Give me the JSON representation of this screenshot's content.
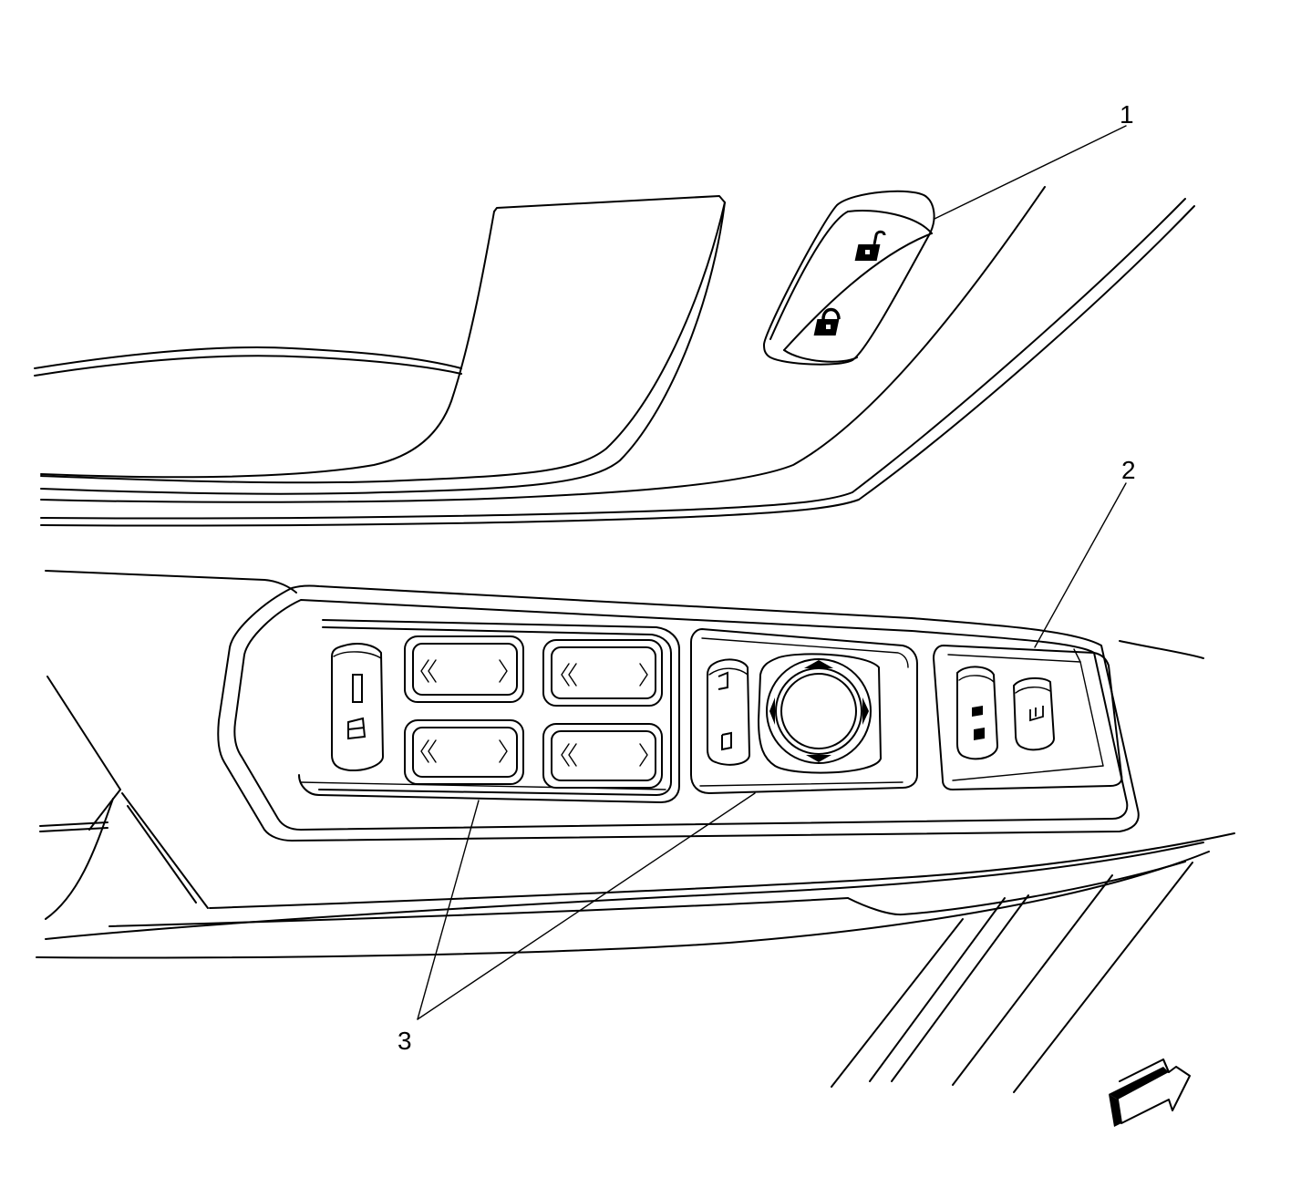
{
  "callouts": {
    "c1": "1",
    "c2": "2",
    "c3": "3"
  },
  "icons": {
    "unlock": "unlock-icon",
    "lock": "lock-icon",
    "direction_arrow": "view-direction-arrow-icon"
  }
}
